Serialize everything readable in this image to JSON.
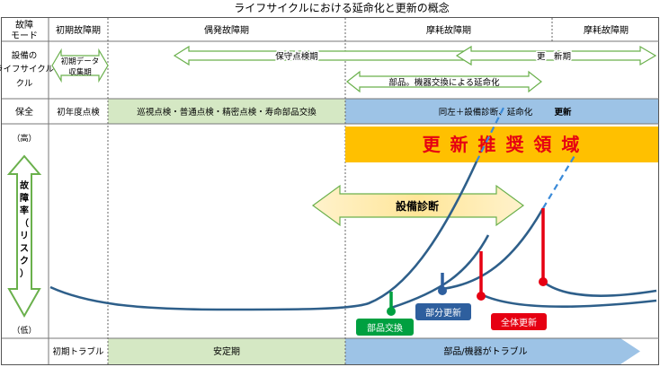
{
  "title": "ライフサイクルにおける延命化と更新の概念",
  "header": {
    "label_line1": "故障",
    "label_line2": "モード",
    "phases": [
      "初期故障期",
      "偶発故障期",
      "摩耗故障期",
      "摩耗故障期"
    ]
  },
  "lifecycle": {
    "label_line1": "設備の",
    "label_line2": "ライフサイクル",
    "label_line3": "クル",
    "initial_data_line1": "初期データ",
    "initial_data_line2": "収集期",
    "maintenance": "保守点検期",
    "renewal": "更　新期",
    "life_extension": "部品。機器交換による延命化"
  },
  "maintenance": {
    "label": "保全",
    "initial": "初年度点検",
    "inspections": "巡視点検・普通点検・精密点検・寿命部品交換",
    "diagnosis_extension": "同左＋設備診断、延命化",
    "renewal": "更新"
  },
  "chart": {
    "high_label": "（高）",
    "low_label": "（低）",
    "y_axis_chars": [
      "故",
      "障",
      "率",
      "（",
      "リ",
      "ス",
      "ク",
      "）"
    ],
    "renewal_zone": "更 新 推 奨 領 域",
    "diagnosis": "設備診断",
    "part_replacement": "部品交換",
    "partial_renewal": "部分更新",
    "full_renewal": "全体更新"
  },
  "footer": {
    "initial_trouble": "初期トラブル",
    "stable": "安定期",
    "trouble": "部品/機器がトラブル"
  },
  "colors": {
    "green_fill": "#d5e8c4",
    "blue_fill": "#9dc3e6",
    "gold": "#ffc000",
    "red_text": "#e60012",
    "curve": "#2e5f8a",
    "marker_green": "#00a040",
    "marker_blue": "#2e5f9e",
    "marker_red": "#e60012"
  }
}
